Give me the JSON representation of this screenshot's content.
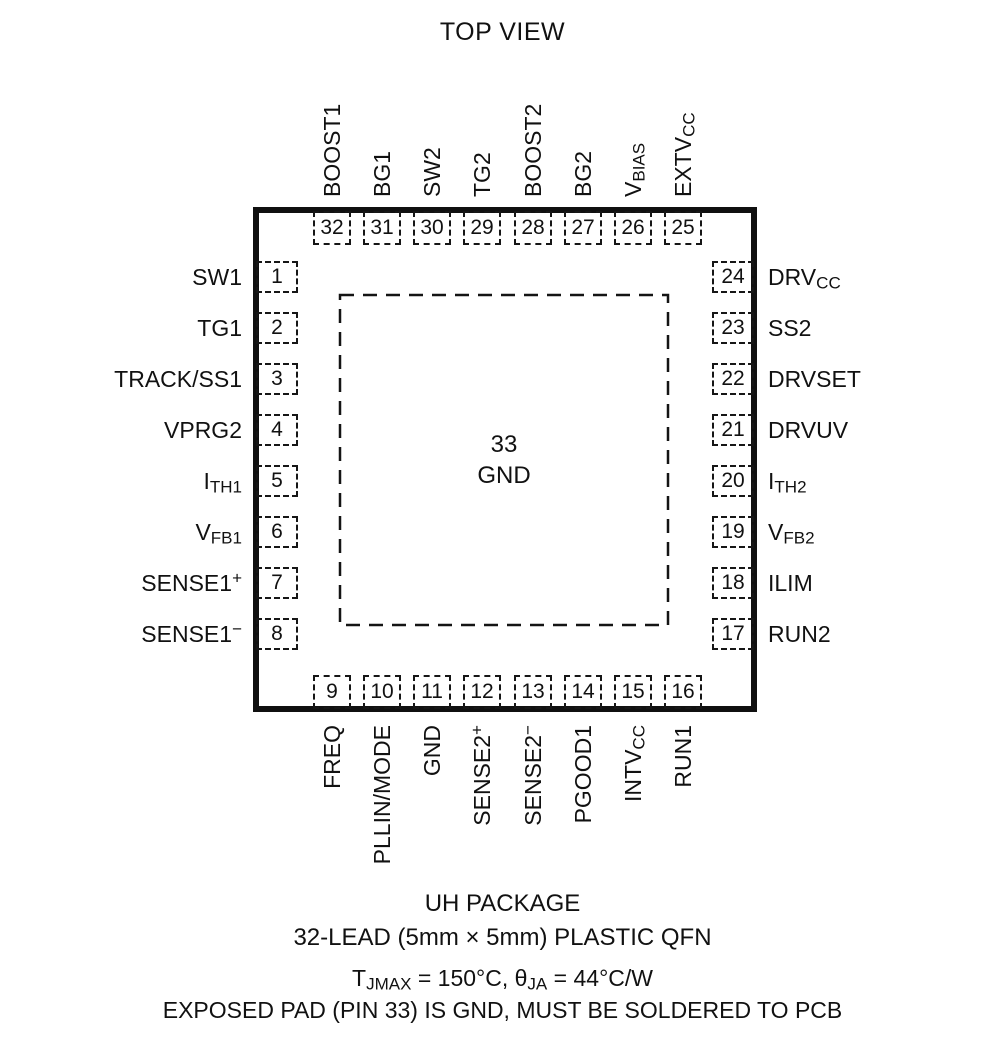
{
  "title": "TOP VIEW",
  "chip": {
    "exposed_pad": {
      "number": "33",
      "label": "GND"
    },
    "pins": {
      "top": [
        {
          "number": "32",
          "label": [
            {
              "t": "BOOST1"
            }
          ]
        },
        {
          "number": "31",
          "label": [
            {
              "t": "BG1"
            }
          ]
        },
        {
          "number": "30",
          "label": [
            {
              "t": "SW2"
            }
          ]
        },
        {
          "number": "29",
          "label": [
            {
              "t": "TG2"
            }
          ]
        },
        {
          "number": "28",
          "label": [
            {
              "t": "BOOST2"
            }
          ]
        },
        {
          "number": "27",
          "label": [
            {
              "t": "BG2"
            }
          ]
        },
        {
          "number": "26",
          "label": [
            {
              "t": "V"
            },
            {
              "t": "BIAS",
              "s": "sub"
            }
          ]
        },
        {
          "number": "25",
          "label": [
            {
              "t": "EXTV"
            },
            {
              "t": "CC",
              "s": "sub"
            }
          ]
        }
      ],
      "left": [
        {
          "number": "1",
          "label": [
            {
              "t": "SW1"
            }
          ]
        },
        {
          "number": "2",
          "label": [
            {
              "t": "TG1"
            }
          ]
        },
        {
          "number": "3",
          "label": [
            {
              "t": "TRACK/SS1"
            }
          ]
        },
        {
          "number": "4",
          "label": [
            {
              "t": "VPRG2"
            }
          ]
        },
        {
          "number": "5",
          "label": [
            {
              "t": "I"
            },
            {
              "t": "TH1",
              "s": "sub"
            }
          ]
        },
        {
          "number": "6",
          "label": [
            {
              "t": "V"
            },
            {
              "t": "FB1",
              "s": "sub"
            }
          ]
        },
        {
          "number": "7",
          "label": [
            {
              "t": "SENSE1"
            },
            {
              "t": "+",
              "s": "sup"
            }
          ]
        },
        {
          "number": "8",
          "label": [
            {
              "t": "SENSE1"
            },
            {
              "t": "−",
              "s": "sup"
            }
          ]
        }
      ],
      "right": [
        {
          "number": "24",
          "label": [
            {
              "t": "DRV"
            },
            {
              "t": "CC",
              "s": "sub"
            }
          ]
        },
        {
          "number": "23",
          "label": [
            {
              "t": "SS2"
            }
          ]
        },
        {
          "number": "22",
          "label": [
            {
              "t": "DRVSET"
            }
          ]
        },
        {
          "number": "21",
          "label": [
            {
              "t": "DRVUV"
            }
          ]
        },
        {
          "number": "20",
          "label": [
            {
              "t": "I"
            },
            {
              "t": "TH2",
              "s": "sub"
            }
          ]
        },
        {
          "number": "19",
          "label": [
            {
              "t": "V"
            },
            {
              "t": "FB2",
              "s": "sub"
            }
          ]
        },
        {
          "number": "18",
          "label": [
            {
              "t": "ILIM"
            }
          ]
        },
        {
          "number": "17",
          "label": [
            {
              "t": "RUN2"
            }
          ]
        }
      ],
      "bottom": [
        {
          "number": "9",
          "label": [
            {
              "t": "FREQ"
            }
          ]
        },
        {
          "number": "10",
          "label": [
            {
              "t": "PLLIN/MODE"
            }
          ]
        },
        {
          "number": "11",
          "label": [
            {
              "t": "GND"
            }
          ]
        },
        {
          "number": "12",
          "label": [
            {
              "t": "SENSE2"
            },
            {
              "t": "+",
              "s": "sup"
            }
          ]
        },
        {
          "number": "13",
          "label": [
            {
              "t": "SENSE2"
            },
            {
              "t": "−",
              "s": "sup"
            }
          ]
        },
        {
          "number": "14",
          "label": [
            {
              "t": "PGOOD1"
            }
          ]
        },
        {
          "number": "15",
          "label": [
            {
              "t": "INTV"
            },
            {
              "t": "CC",
              "s": "sub"
            }
          ]
        },
        {
          "number": "16",
          "label": [
            {
              "t": "RUN1"
            }
          ]
        }
      ]
    }
  },
  "footer": {
    "package_name": "UH PACKAGE",
    "package_description": "32-LEAD (5mm × 5mm) PLASTIC QFN",
    "thermal_note": [
      {
        "t": "T"
      },
      {
        "t": "JMAX",
        "s": "sub"
      },
      {
        "t": " = 150°C, θ"
      },
      {
        "t": "JA",
        "s": "sub"
      },
      {
        "t": " = 44°C/W"
      }
    ],
    "exposed_pad_note": "EXPOSED PAD (PIN 33) IS GND, MUST BE SOLDERED TO PCB"
  }
}
